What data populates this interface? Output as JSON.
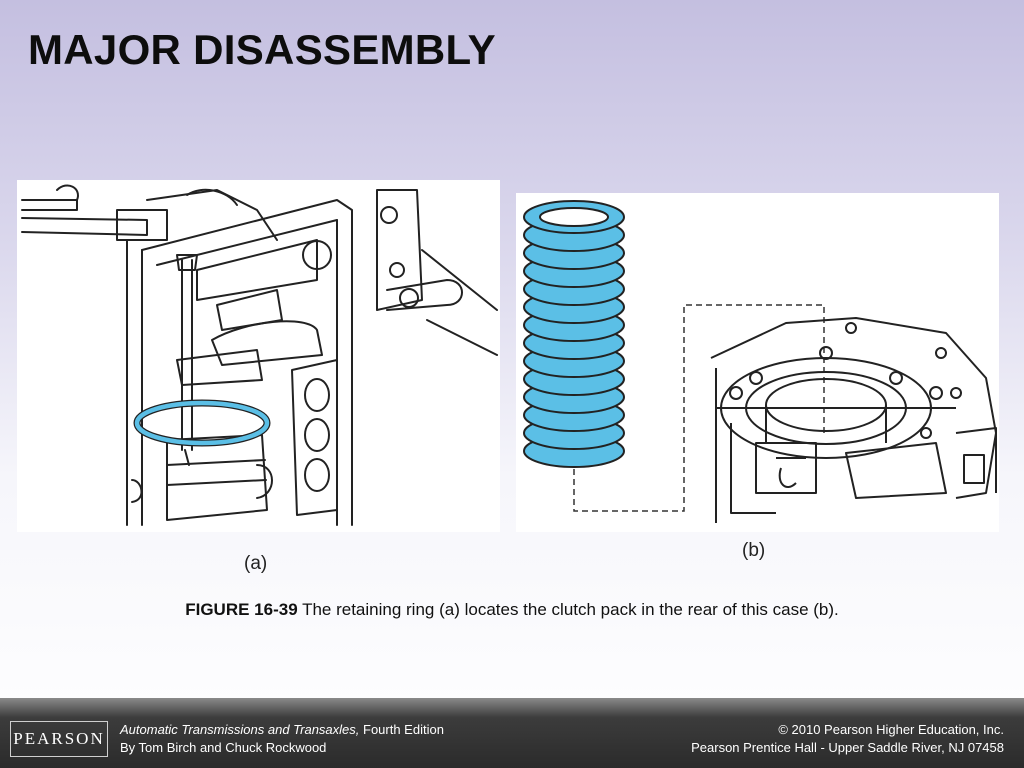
{
  "slide": {
    "title": "MAJOR DISASSEMBLY"
  },
  "figure": {
    "label_a": "(a)",
    "label_b": "(b)",
    "caption_number": "FIGURE 16-39",
    "caption_text": " The retaining ring (a) locates the clutch pack in the rear of this case (b)."
  },
  "colors": {
    "highlight_blue": "#5bbfe6",
    "line_art": "#222222"
  },
  "footer": {
    "logo_text": "PEARSON",
    "book_title": "Automatic Transmissions and Transaxles,",
    "edition": " Fourth Edition",
    "authors": "By Tom Birch and Chuck Rockwood",
    "copyright": "© 2010 Pearson Higher Education, Inc.",
    "publisher": "Pearson Prentice Hall - Upper Saddle River, NJ 07458"
  }
}
